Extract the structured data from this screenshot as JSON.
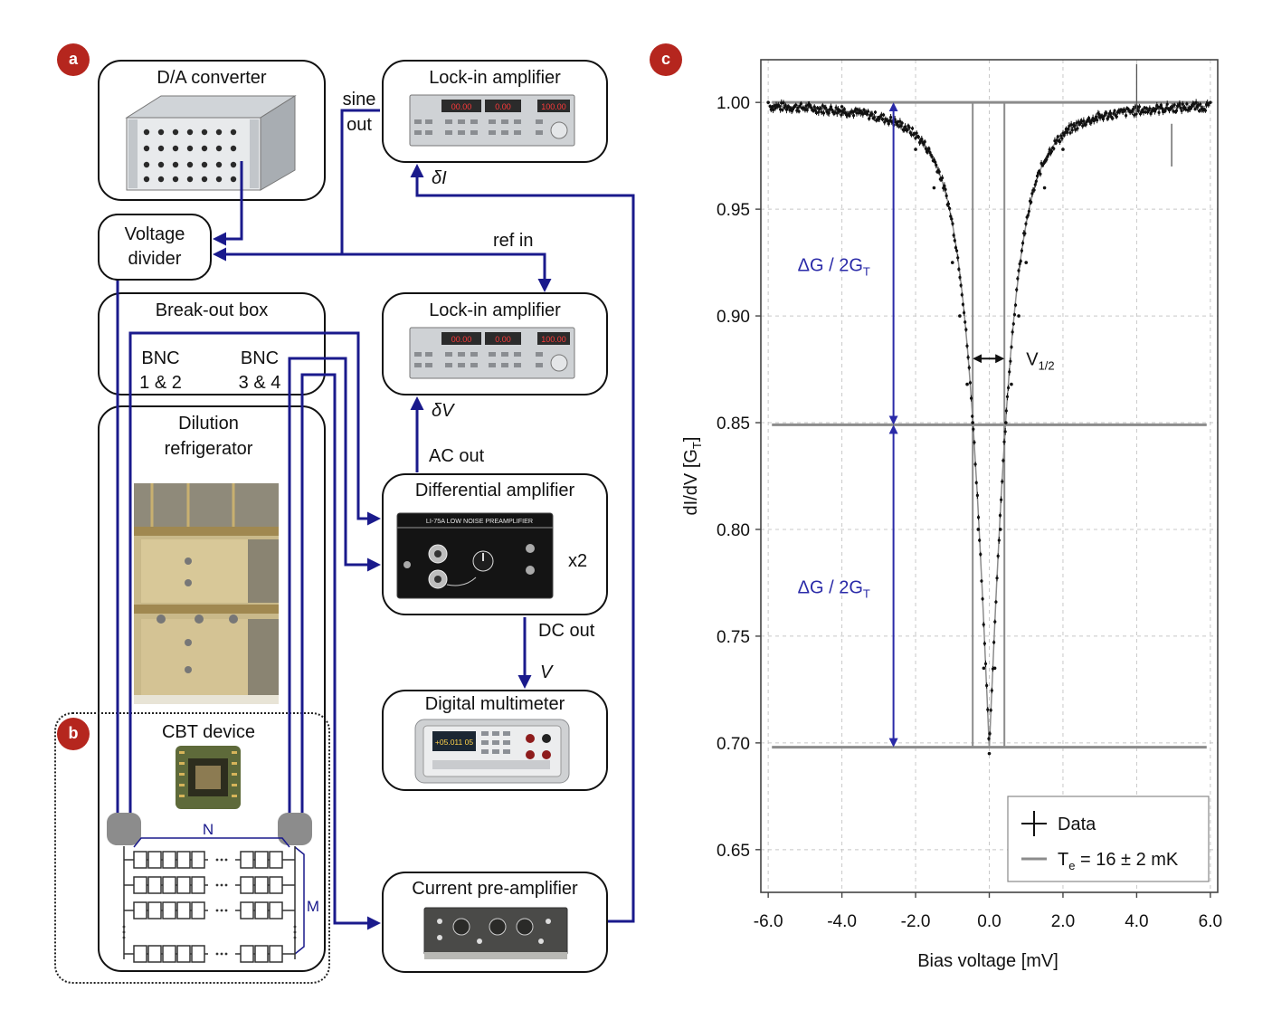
{
  "panels": {
    "a": "a",
    "b": "b",
    "c": "c"
  },
  "instruments": {
    "dac": "D/A converter",
    "divider_line1": "Voltage",
    "divider_line2": "divider",
    "lockin1": "Lock-in amplifier",
    "lockin2": "Lock-in amplifier",
    "breakout": "Break-out box",
    "bnc12_line1": "BNC",
    "bnc12_line2": "1 & 2",
    "bnc34_line1": "BNC",
    "bnc34_line2": "3 & 4",
    "fridge_line1": "Dilution",
    "fridge_line2": "refrigerator",
    "diffamp": "Differential amplifier",
    "dmm": "Digital multimeter",
    "preamp": "Current pre-amplifier",
    "cbt": "CBT device"
  },
  "signals": {
    "sine_line1": "sine",
    "sine_line2": "out",
    "delta_i": "δI",
    "ref_in": "ref in",
    "delta_v": "δV",
    "ac_out": "AC out",
    "x2": "x2",
    "dc_out": "DC out",
    "v": "V",
    "n": "N",
    "m": "M"
  },
  "device_text": {
    "lockin_display": [
      "00.00",
      "0.00",
      "100.00"
    ],
    "diffamp_model": "LI-75A LOW NOISE PREAMPLIFIER",
    "dmm_display": "+05.011 05"
  },
  "chart_data": {
    "type": "line",
    "xlabel": "Bias voltage [mV]",
    "ylabel": "dI/dV [G",
    "ylabel_sub": "T",
    "ylabel_end": "]",
    "xlim": [
      -6.2,
      6.2
    ],
    "ylim": [
      0.63,
      1.02
    ],
    "xticks": [
      -6,
      -4,
      -2,
      0,
      2,
      4,
      6
    ],
    "xtick_labels": [
      "-6.0",
      "-4.0",
      "-2.0",
      "0.0",
      "2.0",
      "4.0",
      "6.0"
    ],
    "yticks": [
      0.65,
      0.7,
      0.75,
      0.8,
      0.85,
      0.9,
      0.95,
      1.0
    ],
    "ytick_labels": [
      "0.65",
      "0.70",
      "0.75",
      "0.80",
      "0.85",
      "0.90",
      "0.95",
      "1.00"
    ],
    "grid": true,
    "series": [
      {
        "name": "Data",
        "style": "black-errorbar-markers",
        "model": {
          "baseline": 1.0,
          "dip_depth": 0.3025,
          "min_at": 0.0
        },
        "x": [
          -6.0,
          -4.0,
          -3.0,
          -2.0,
          -1.5,
          -1.0,
          -0.8,
          -0.6,
          -0.45,
          -0.3,
          -0.15,
          0.0,
          0.15,
          0.3,
          0.45,
          0.6,
          0.8,
          1.0,
          1.5,
          2.0,
          3.0,
          4.0,
          6.0
        ],
        "y": [
          1.0,
          0.998,
          0.993,
          0.978,
          0.96,
          0.925,
          0.9,
          0.868,
          0.85,
          0.8,
          0.735,
          0.695,
          0.735,
          0.8,
          0.85,
          0.868,
          0.9,
          0.925,
          0.96,
          0.978,
          0.993,
          0.998,
          1.0
        ]
      },
      {
        "name": "T",
        "name_sub": "e",
        "name_rest": " = 16 ± 2 mK",
        "style": "gray-fit"
      }
    ],
    "reference_lines": {
      "baseline": 1.0,
      "half_depth": 0.849,
      "minimum": 0.698,
      "half_width_x": [
        -0.45,
        0.41
      ]
    },
    "annotations": [
      {
        "text": "ΔG / 2G",
        "sub": "T",
        "y_from": 1.0,
        "y_to": 0.849
      },
      {
        "text": "ΔG / 2G",
        "sub": "T",
        "y_from": 0.849,
        "y_to": 0.698
      },
      {
        "text": "V",
        "sub": "1/2"
      }
    ],
    "spikes": [
      {
        "x": 4.0,
        "ymax": 1.018,
        "ymin": 0.995
      },
      {
        "x": 4.95,
        "ymax": 0.99,
        "ymin": 0.97
      }
    ],
    "legend": {
      "position": "bottom-right",
      "entries": [
        "Data",
        "T_e = 16 ± 2 mK"
      ]
    }
  },
  "colors": {
    "wire": "#1a1a8c",
    "fit": "#8c8c8c",
    "data": "#111111",
    "badge": "#b5261e",
    "annotation": "#2a2aa8"
  }
}
